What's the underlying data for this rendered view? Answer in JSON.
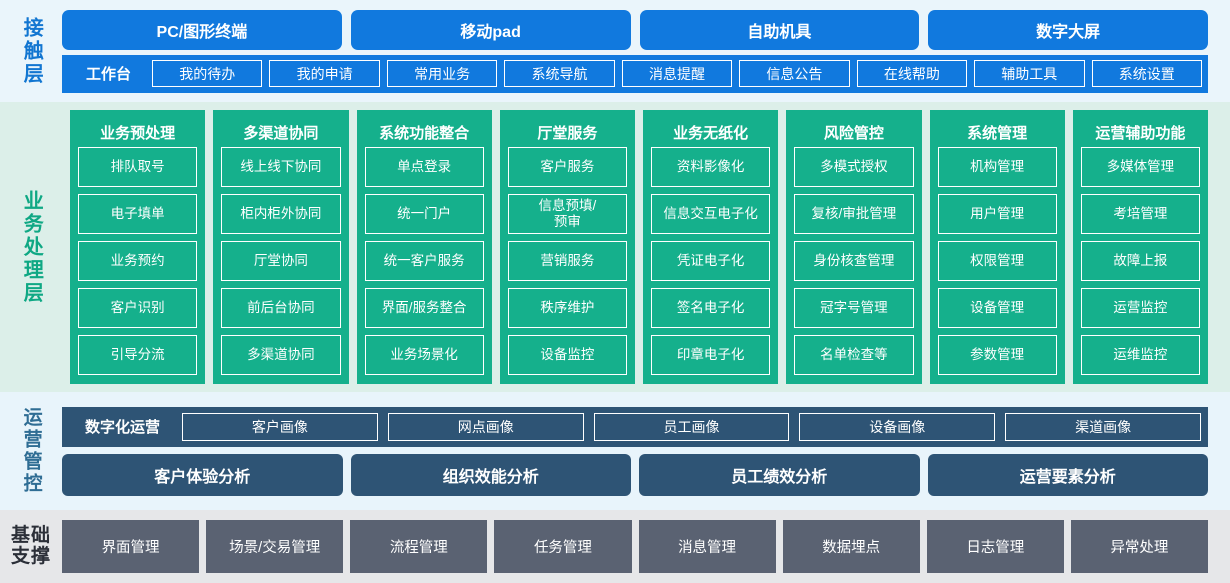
{
  "colors": {
    "contact_bg": "#eaf5fb",
    "contact_accent": "#1179de",
    "biz_bg": "#dcefe9",
    "biz_accent": "#15b08c",
    "ops_bg": "#e8f4fb",
    "ops_accent": "#2e5475",
    "base_bg": "#e6e7e9",
    "base_accent": "#5a6272"
  },
  "layers": {
    "contact": {
      "label": "接触层",
      "channels": [
        {
          "label": "PC/图形终端"
        },
        {
          "label": "移动pad"
        },
        {
          "label": "自助机具"
        },
        {
          "label": "数字大屏"
        }
      ],
      "workbench": {
        "title": "工作台",
        "items": [
          {
            "label": "我的待办"
          },
          {
            "label": "我的申请"
          },
          {
            "label": "常用业务"
          },
          {
            "label": "系统导航"
          },
          {
            "label": "消息提醒"
          },
          {
            "label": "信息公告"
          },
          {
            "label": "在线帮助"
          },
          {
            "label": "辅助工具"
          },
          {
            "label": "系统设置"
          }
        ]
      }
    },
    "business": {
      "label": "业务处理层",
      "columns": [
        {
          "title": "业务预处理",
          "items": [
            {
              "label": "排队取号"
            },
            {
              "label": "电子填单"
            },
            {
              "label": "业务预约"
            },
            {
              "label": "客户识别"
            },
            {
              "label": "引导分流"
            }
          ]
        },
        {
          "title": "多渠道协同",
          "items": [
            {
              "label": "线上线下协同"
            },
            {
              "label": "柜内柜外协同"
            },
            {
              "label": "厅堂协同"
            },
            {
              "label": "前后台协同"
            },
            {
              "label": "多渠道协同"
            }
          ]
        },
        {
          "title": "系统功能整合",
          "items": [
            {
              "label": "单点登录"
            },
            {
              "label": "统一门户"
            },
            {
              "label": "统一客户服务"
            },
            {
              "label": "界面/服务整合"
            },
            {
              "label": "业务场景化"
            }
          ]
        },
        {
          "title": "厅堂服务",
          "items": [
            {
              "label": "客户服务"
            },
            {
              "label": "信息预填/\n预审"
            },
            {
              "label": "营销服务"
            },
            {
              "label": "秩序维护"
            },
            {
              "label": "设备监控"
            }
          ]
        },
        {
          "title": "业务无纸化",
          "items": [
            {
              "label": "资料影像化"
            },
            {
              "label": "信息交互电子化"
            },
            {
              "label": "凭证电子化"
            },
            {
              "label": "签名电子化"
            },
            {
              "label": "印章电子化"
            }
          ]
        },
        {
          "title": "风险管控",
          "items": [
            {
              "label": "多模式授权"
            },
            {
              "label": "复核/审批管理"
            },
            {
              "label": "身份核查管理"
            },
            {
              "label": "冠字号管理"
            },
            {
              "label": "名单检查等"
            }
          ]
        },
        {
          "title": "系统管理",
          "items": [
            {
              "label": "机构管理"
            },
            {
              "label": "用户管理"
            },
            {
              "label": "权限管理"
            },
            {
              "label": "设备管理"
            },
            {
              "label": "参数管理"
            }
          ]
        },
        {
          "title": "运营辅助功能",
          "items": [
            {
              "label": "多媒体管理"
            },
            {
              "label": "考培管理"
            },
            {
              "label": "故障上报"
            },
            {
              "label": "运营监控"
            },
            {
              "label": "运维监控"
            }
          ]
        }
      ]
    },
    "operations": {
      "label": "运营管控",
      "digital": {
        "title": "数字化运营",
        "items": [
          {
            "label": "客户画像"
          },
          {
            "label": "网点画像"
          },
          {
            "label": "员工画像"
          },
          {
            "label": "设备画像"
          },
          {
            "label": "渠道画像"
          }
        ]
      },
      "analysis": [
        {
          "label": "客户体验分析"
        },
        {
          "label": "组织效能分析"
        },
        {
          "label": "员工绩效分析"
        },
        {
          "label": "运营要素分析"
        }
      ]
    },
    "base": {
      "label": "基础\n支撑",
      "items": [
        {
          "label": "界面管理"
        },
        {
          "label": "场景/交易管理"
        },
        {
          "label": "流程管理"
        },
        {
          "label": "任务管理"
        },
        {
          "label": "消息管理"
        },
        {
          "label": "数据埋点"
        },
        {
          "label": "日志管理"
        },
        {
          "label": "异常处理"
        }
      ]
    }
  }
}
